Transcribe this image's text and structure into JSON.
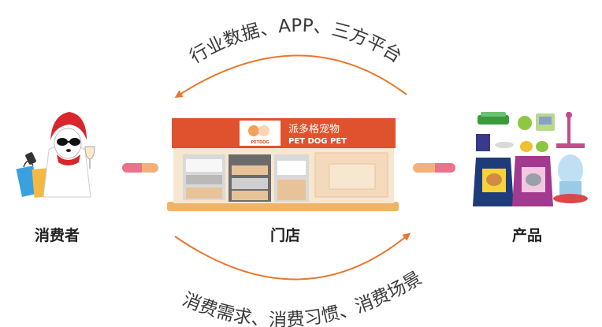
{
  "top_flow_label": "行业数据、APP、三方平台",
  "bottom_flow_label": "消费需求、消费习惯、消费场景",
  "nodes": {
    "consumer": {
      "label": "消费者"
    },
    "store": {
      "label": "门店",
      "sign_text": "派多格宠物",
      "sign_subtext": "PET DOG PET",
      "logo_text": "PETDOG"
    },
    "product": {
      "label": "产品"
    }
  },
  "colors": {
    "arrow": "#e8762c",
    "connector_pink": "#e8738a",
    "connector_orange": "#f5b07a",
    "store_roof": "#e0522d",
    "store_base": "#f0b469",
    "store_wall": "#f7e6d0"
  }
}
